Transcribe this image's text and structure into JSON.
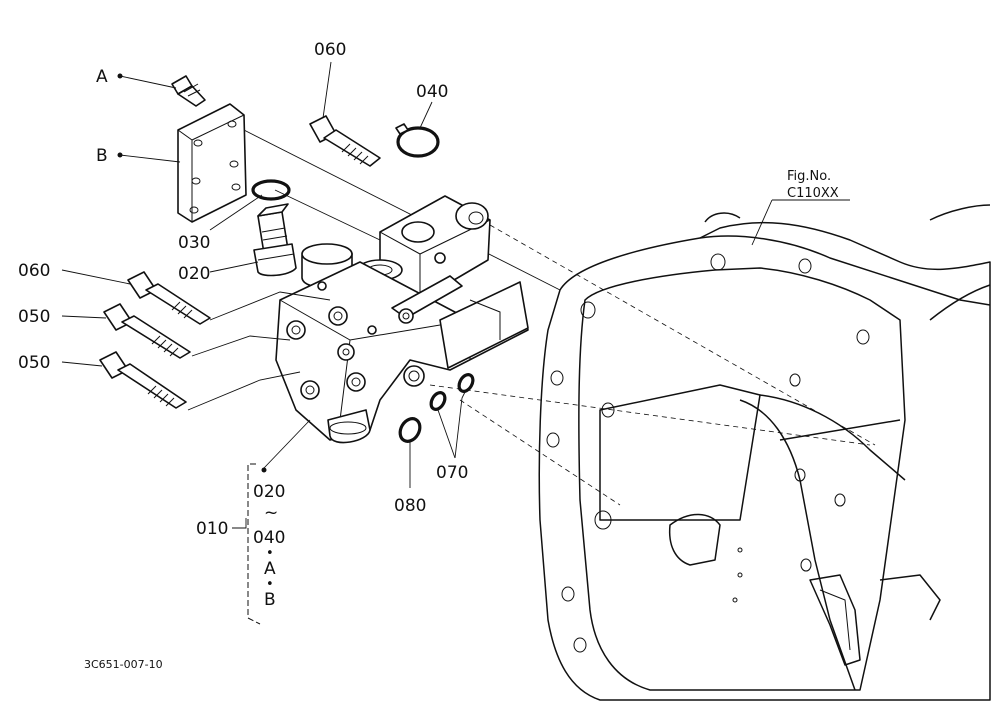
{
  "labels": {
    "ref_a": "A",
    "ref_b": "B",
    "p060_top": "060",
    "p040": "040",
    "p030": "030",
    "p020": "020",
    "p060_left": "060",
    "p050_a": "050",
    "p050_b": "050",
    "p070": "070",
    "p080": "080",
    "p010": "010",
    "fig_no": "Fig.No.",
    "fig_code": "C110XX",
    "drawing_code": "3C651-007-10"
  },
  "group_010": {
    "line1": "020",
    "tilde": "~",
    "line2": "040",
    "dot1": "•",
    "line3": "A",
    "dot2": "•",
    "line4": "B"
  }
}
